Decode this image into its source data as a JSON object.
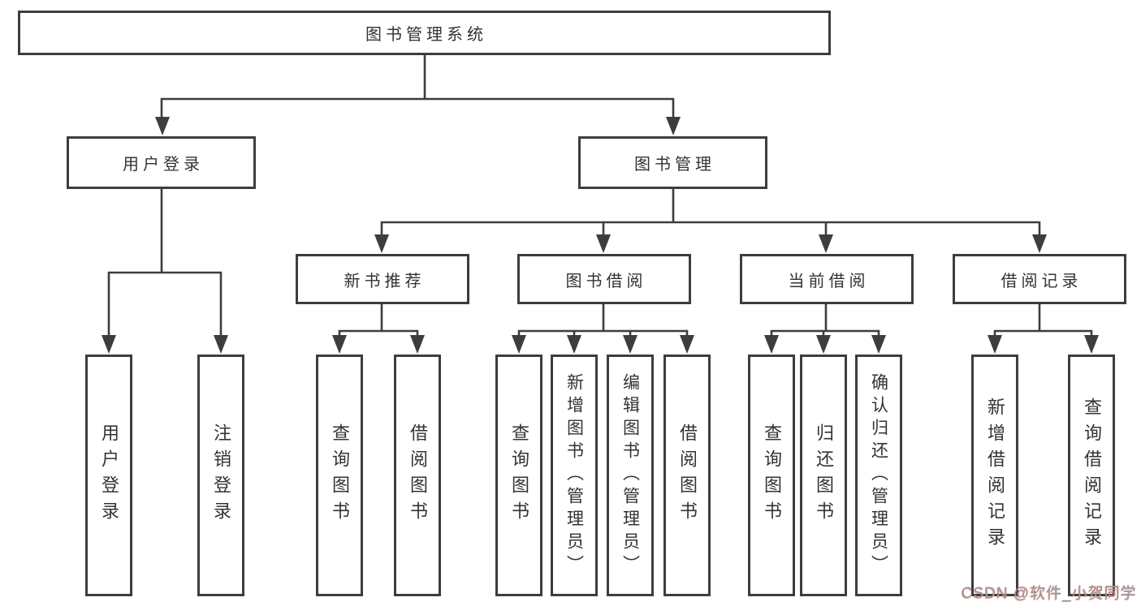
{
  "tree": {
    "root": {
      "label": "图书管理系统"
    },
    "branches": [
      {
        "label": "用户登录",
        "children": [
          {
            "label": "用户登录"
          },
          {
            "label": "注销登录"
          }
        ]
      },
      {
        "label": "图书管理",
        "groups": [
          {
            "label": "新书推荐",
            "children": [
              {
                "label": "查询图书"
              },
              {
                "label": "借阅图书"
              }
            ]
          },
          {
            "label": "图书借阅",
            "children": [
              {
                "label": "查询图书"
              },
              {
                "label": "新增图书（管理员）"
              },
              {
                "label": "编辑图书（管理员）"
              },
              {
                "label": "借阅图书"
              }
            ]
          },
          {
            "label": "当前借阅",
            "children": [
              {
                "label": "查询图书"
              },
              {
                "label": "归还图书"
              },
              {
                "label": "确认归还（管理员）"
              }
            ]
          },
          {
            "label": "借阅记录",
            "children": [
              {
                "label": "新增借阅记录"
              },
              {
                "label": "查询借阅记录"
              }
            ]
          }
        ]
      }
    ]
  },
  "watermark": {
    "text": "CSDN @软件_小贺同学"
  },
  "colors": {
    "line": "#3d3d3d",
    "text": "#333333",
    "background": "#ffffff",
    "watermark_gray": "#9b9b9b",
    "watermark_red": "#d55a56"
  }
}
